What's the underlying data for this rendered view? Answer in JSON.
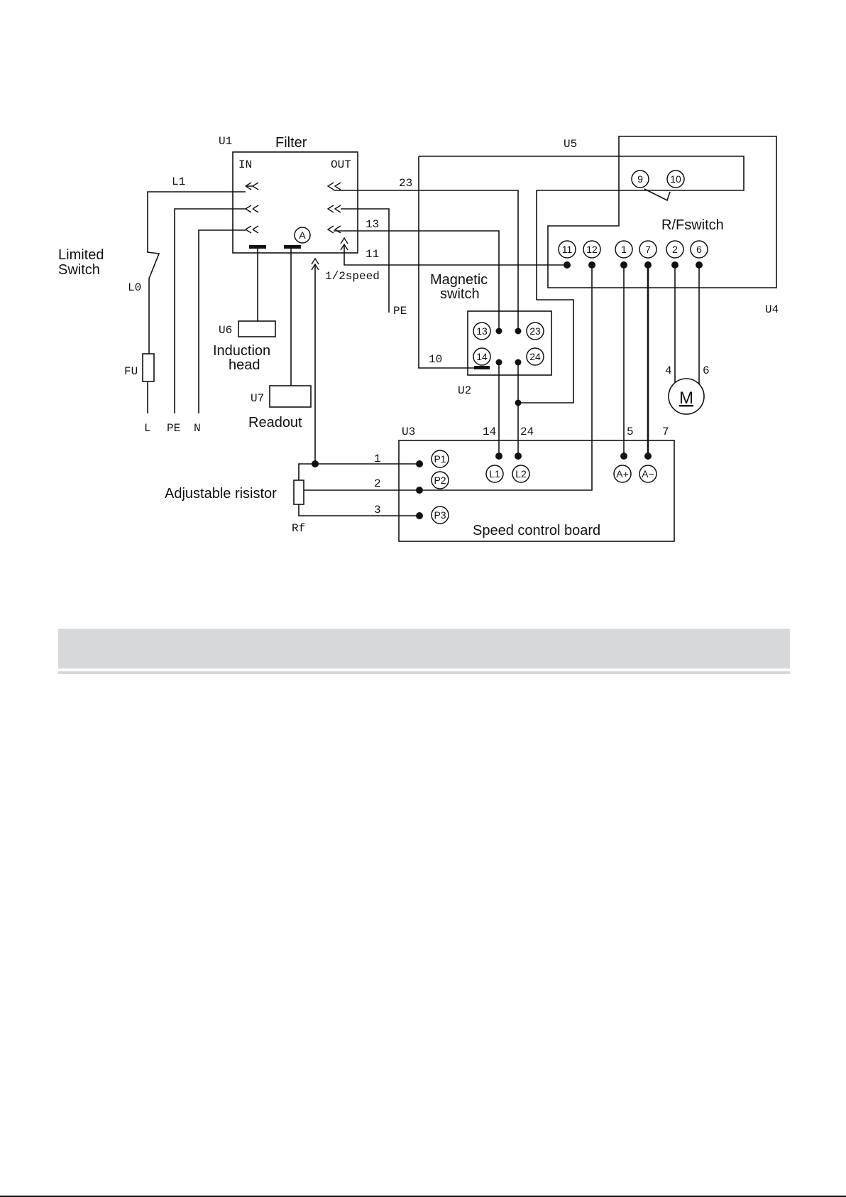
{
  "components": {
    "filter": {
      "id": "U1",
      "title": "Filter",
      "in": "IN",
      "out": "OUT",
      "ammeter": "A",
      "speed": "1/2speed"
    },
    "magnetic_switch": {
      "id": "U2",
      "title_line1": "Magnetic",
      "title_line2": "switch",
      "terminals": [
        "13",
        "23",
        "14",
        "24"
      ]
    },
    "speed_board": {
      "id": "U3",
      "title": "Speed control board",
      "terminals": [
        "P1",
        "P2",
        "P3",
        "L1",
        "L2",
        "A+",
        "A−"
      ]
    },
    "rf_switch": {
      "id": "U4",
      "title": "R/Fswitch",
      "terminals": [
        "11",
        "12",
        "1",
        "7",
        "2",
        "6",
        "9",
        "10"
      ]
    },
    "u5": {
      "id": "U5"
    },
    "induction_head": {
      "id": "U6",
      "line1": "Induction",
      "line2": "head"
    },
    "readout": {
      "id": "U7",
      "title": "Readout"
    },
    "limit_switch": {
      "line1": "Limited",
      "line2": "Switch",
      "id": "L0"
    },
    "fuse": {
      "id": "FU"
    },
    "resistor": {
      "title": "Adjustable risistor",
      "id": "Rf"
    },
    "motor": {
      "symbol": "M"
    }
  },
  "wire_labels": {
    "L1": "L1",
    "n23": "23",
    "n13": "13",
    "n11": "11",
    "n10": "10",
    "n14": "14",
    "n24": "24",
    "n5": "5",
    "n7": "7",
    "n4": "4",
    "n6": "6",
    "n1": "1",
    "n2": "2",
    "n3": "3",
    "PE_out": "PE"
  },
  "supply": {
    "L": "L",
    "PE": "PE",
    "N": "N"
  }
}
